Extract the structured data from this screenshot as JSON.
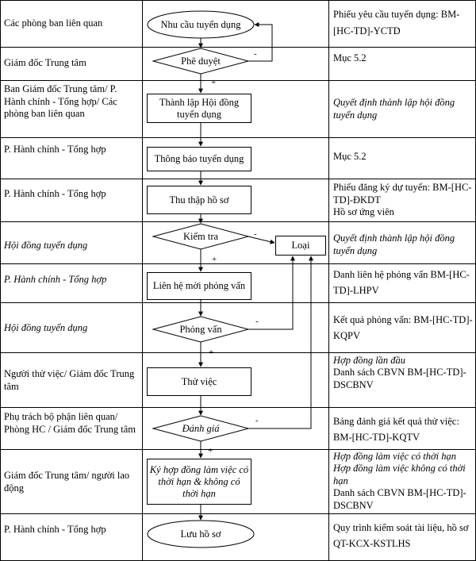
{
  "rows": [
    {
      "who": "Các phòng ban liên quan",
      "note": "Phiếu yêu cầu tuyển dụng: BM-[HC-TD]-YCTD"
    },
    {
      "who": "Giám đốc Trung tâm",
      "note": "Mục 5.2"
    },
    {
      "who": "Ban Giám đốc Trung tâm/ P. Hành chính - Tổng hợp/ Các phòng ban liên quan",
      "note": "Quyết định thành lập hội đồng tuyển dụng"
    },
    {
      "who": "P. Hành chính - Tổng hợp",
      "note": "Mục 5.2"
    },
    {
      "who": "P. Hành chính - Tổng hợp",
      "note": "Phiếu đăng ký dự tuyển: BM-[HC-TD]-ĐKDT",
      "note2": "Hồ sơ ứng viên"
    },
    {
      "who": "Hội đồng tuyển dụng",
      "note": "Quyết định thành lập hội đồng tuyển dụng"
    },
    {
      "who": "P. Hành chính - Tổng hợp",
      "note": "Danh liên hệ phỏng vấn BM-[HC-TD]-LHPV"
    },
    {
      "who": "Hội đồng tuyển dụng",
      "note": "Kết quả phỏng vấn: BM-[HC-TD]-KQPV"
    },
    {
      "who": "Người thử việc/ Giám đốc Trung tâm",
      "note": "Hợp đồng lần đầu",
      "note2": "Danh sách CBVN BM-[HC-TD]-DSCBNV"
    },
    {
      "who": "Phụ trách bộ phận liên quan/ Phòng HC / Giám đốc Trung tâm",
      "note": "Bảng đánh giá kết quả thử việc: BM-[HC-TD]-KQTV"
    },
    {
      "who": "Giám đốc Trung tâm/ người lao động",
      "note": "Hợp đồng làm việc có thời hạn",
      "note2": "Hợp đồng làm việc không có thời hạn",
      "note3": "Danh sách CBVN BM-[HC-TD]-DSCBNV"
    },
    {
      "who": "P. Hành chính - Tổng hợp",
      "note": "Quy trình kiểm soát tài liệu, hồ sơ QT-KCX-KSTLHS"
    }
  ],
  "flow": {
    "start": "Nhu cầu tuyển dụng",
    "approve": "Phê duyệt",
    "council": "Thành lập Hội đồng tuyển dụng",
    "announce": "Thông báo tuyển dụng",
    "collect": "Thu thập hồ sơ",
    "check": "Kiểm tra",
    "reject": "Loại",
    "contact": "Liên hệ mời phỏng vấn",
    "interview": "Phỏng vấn",
    "probation": "Thử việc",
    "evaluate": "Đánh giá",
    "contract": "Ký hợp đồng làm việc có thời hạn & không có thời hạn",
    "archive": "Lưu hồ sơ",
    "plus": "+",
    "minus": "-"
  }
}
